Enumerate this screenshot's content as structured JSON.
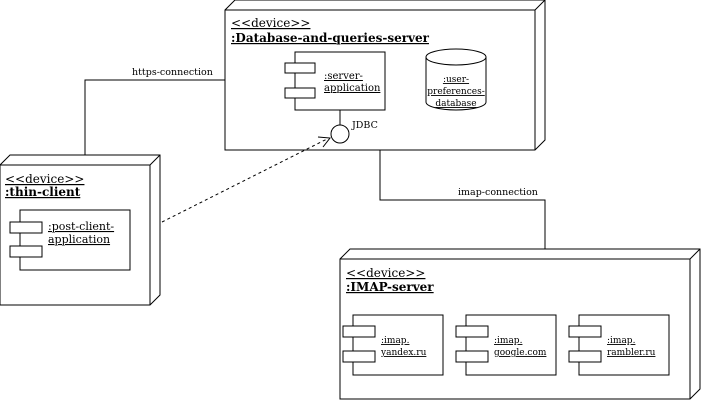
{
  "nodes": {
    "db_server": {
      "stereotype": "<<device>>",
      "title": ":Database-and-queries-server",
      "component_lines": [
        ":server-",
        "application"
      ],
      "database_lines": [
        ":user-",
        "preferences-",
        "database"
      ],
      "interface_label": "JDBC"
    },
    "thin_client": {
      "stereotype": "<<device>>",
      "title": ":thin-client",
      "component_lines": [
        ":post-client-",
        "application"
      ]
    },
    "imap_server": {
      "stereotype": "<<device>>",
      "title": ":IMAP-server",
      "components": [
        {
          "lines": [
            ":imap.",
            "yandex.ru"
          ]
        },
        {
          "lines": [
            ":imap.",
            "google.com"
          ]
        },
        {
          "lines": [
            ":imap.",
            "rambler.ru"
          ]
        }
      ]
    }
  },
  "connections": {
    "https": "https-connection",
    "imap": "imap-connection"
  },
  "colors": {
    "stroke": "#000000",
    "fill": "#ffffff"
  }
}
